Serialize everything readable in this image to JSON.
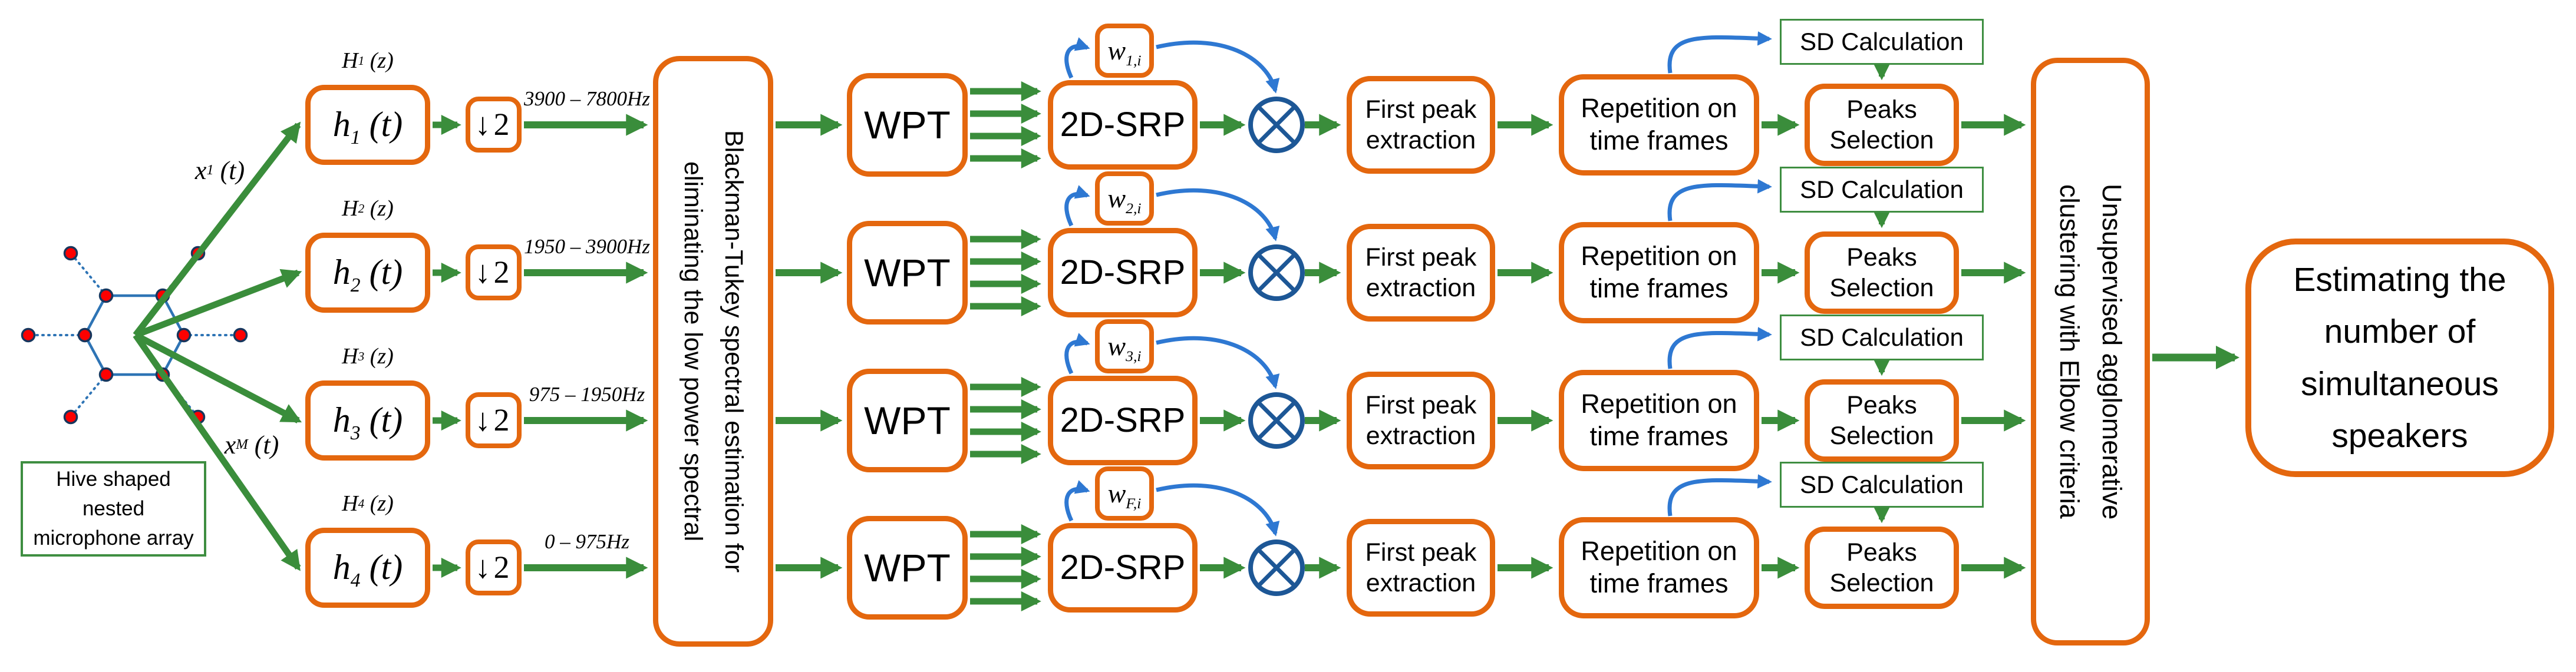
{
  "title": "Hive shaped nested microphone array speaker counting pipeline",
  "colors": {
    "orange_box_border": "#e4670e",
    "green_arrow": "#3a8d3b",
    "blue_feedback_arrow": "#2e78d2",
    "dark_blue_multiplier": "#1d5796",
    "hexagon_line_blue": "#2e74b5",
    "microphone_dot_red": "#fe0000",
    "microphone_dot_outline": "#17365d",
    "green_box_border": "#3e8e41",
    "text": "#000000"
  },
  "mic_array": {
    "caption_lines": [
      "Hive shaped",
      "nested",
      "microphone array"
    ]
  },
  "input_signals": {
    "first": {
      "base": "x",
      "sub": "1",
      "arg": "(t)"
    },
    "last": {
      "base": "x",
      "sub": "M",
      "arg": "(t)"
    }
  },
  "rows": [
    {
      "transfer": {
        "base": "H",
        "sub": "1",
        "arg": "(z)"
      },
      "filter": {
        "base": "h",
        "sub": "1",
        "arg": "(t)"
      },
      "downsample": "↓2",
      "band": "3900 – 7800Hz",
      "weight": {
        "base": "w",
        "sub": "1,i"
      }
    },
    {
      "transfer": {
        "base": "H",
        "sub": "2",
        "arg": "(z)"
      },
      "filter": {
        "base": "h",
        "sub": "2",
        "arg": "(t)"
      },
      "downsample": "↓2",
      "band": "1950 – 3900Hz",
      "weight": {
        "base": "w",
        "sub": "2,i"
      }
    },
    {
      "transfer": {
        "base": "H",
        "sub": "3",
        "arg": "(z)"
      },
      "filter": {
        "base": "h",
        "sub": "3",
        "arg": "(t)"
      },
      "downsample": "↓2",
      "band": "975 – 1950Hz",
      "weight": {
        "base": "w",
        "sub": "3,i"
      }
    },
    {
      "transfer": {
        "base": "H",
        "sub": "4",
        "arg": "(z)"
      },
      "filter": {
        "base": "h",
        "sub": "4",
        "arg": "(t)"
      },
      "downsample": "↓2",
      "band": "0 – 975Hz",
      "weight": {
        "base": "w",
        "sub": "F,i"
      }
    }
  ],
  "preprocess": {
    "lines": [
      "Blackman-Tukey spectral estimation for",
      "eliminating the low power spectral"
    ]
  },
  "stages": {
    "wpt": "WPT",
    "srp": "2D-SRP",
    "first_peak_lines": [
      "First peak",
      "extraction"
    ],
    "repetition_lines": [
      "Repetition on",
      "time frames"
    ],
    "sd": "SD Calculation",
    "peaks_lines": [
      "Peaks",
      "Selection"
    ]
  },
  "clustering": {
    "lines": [
      "Unsupervised agglomerative",
      "clustering with Elbow criteria"
    ]
  },
  "output": {
    "lines": [
      "Estimating the",
      "number of",
      "simultaneous",
      "speakers"
    ]
  }
}
